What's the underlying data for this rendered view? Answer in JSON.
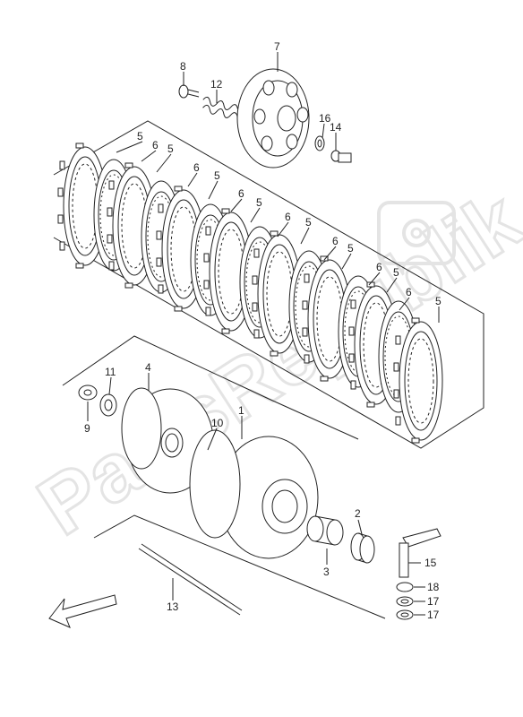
{
  "watermark": {
    "text": "PartsRepublik",
    "icon": "gear-icon"
  },
  "labels": {
    "p1": "1",
    "p2": "2",
    "p3": "3",
    "p4": "4",
    "p5": "5",
    "p6": "6",
    "p7": "7",
    "p8": "8",
    "p9": "9",
    "p10": "10",
    "p11": "11",
    "p12": "12",
    "p13": "13",
    "p14": "14",
    "p15": "15",
    "p16": "16",
    "p17": "17",
    "p18": "18"
  },
  "colors": {
    "line": "#222222",
    "watermark": "#e4e4e4",
    "background": "#ffffff"
  }
}
